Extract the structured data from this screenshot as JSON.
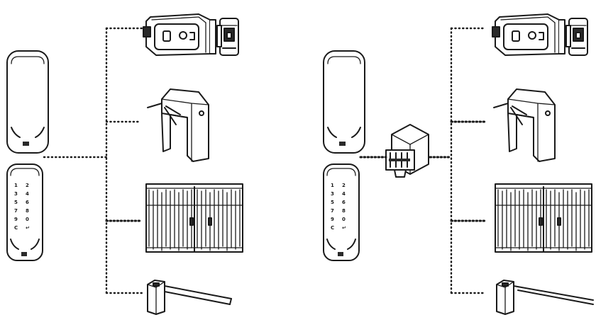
{
  "diagram": {
    "left_system": {
      "devices": [
        "card-reader",
        "keypad-reader"
      ],
      "outputs": [
        "electric-lock",
        "turnstile",
        "sliding-gate",
        "barrier-arm"
      ]
    },
    "right_system": {
      "devices": [
        "card-reader",
        "keypad-reader",
        "din-rail-controller"
      ],
      "outputs": [
        "electric-lock",
        "turnstile",
        "sliding-gate",
        "barrier-arm"
      ]
    }
  },
  "keypad": {
    "rows": [
      [
        "1",
        "2"
      ],
      [
        "3",
        "4"
      ],
      [
        "5",
        "6"
      ],
      [
        "7",
        "8"
      ],
      [
        "9",
        "0"
      ],
      [
        "C",
        "↵"
      ]
    ]
  },
  "colors": {
    "stroke": "#1a1a1a",
    "background": "#ffffff"
  }
}
